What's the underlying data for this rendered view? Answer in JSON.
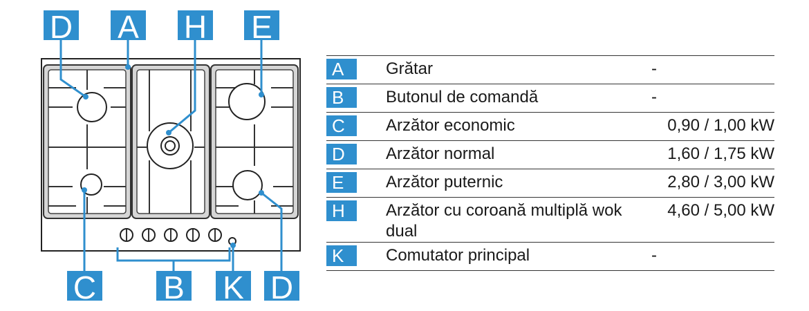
{
  "labels": {
    "top": [
      "D",
      "A",
      "H",
      "E"
    ],
    "bottom": [
      "C",
      "B",
      "K",
      "D"
    ]
  },
  "legend": [
    {
      "code": "A",
      "name": "Grătar",
      "power": "-"
    },
    {
      "code": "B",
      "name": "Butonul de comandă",
      "power": "-"
    },
    {
      "code": "C",
      "name": "Arzător economic",
      "power": "0,90 / 1,00 kW"
    },
    {
      "code": "D",
      "name": "Arzător normal",
      "power": "1,60 / 1,75 kW"
    },
    {
      "code": "E",
      "name": "Arzător puternic",
      "power": "2,80 / 3,00 kW"
    },
    {
      "code": "H",
      "name": "Arzător cu coroană multiplă wok dual",
      "power": "4,60 / 5,00 kW"
    },
    {
      "code": "K",
      "name": "Comutator principal",
      "power": "-"
    }
  ],
  "colors": {
    "accent": "#2f8fce"
  }
}
